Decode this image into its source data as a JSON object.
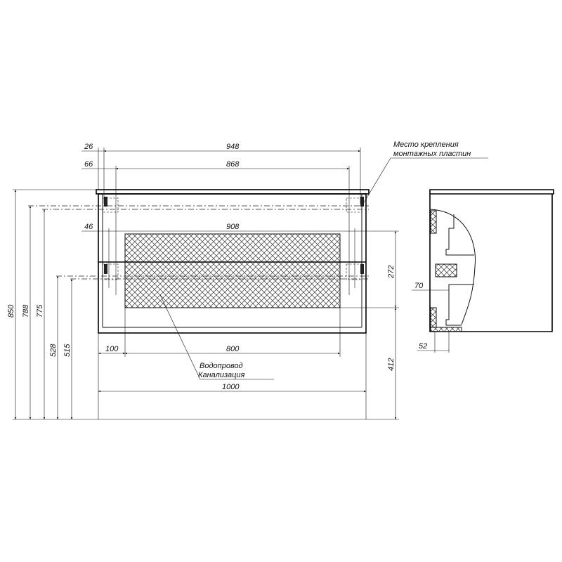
{
  "drawing": {
    "front_view": {
      "dimensions_horizontal": {
        "d26": "26",
        "d948": "948",
        "d66": "66",
        "d868": "868",
        "d46": "46",
        "d908": "908",
        "d100": "100",
        "d800": "800",
        "d1000": "1000"
      },
      "dimensions_vertical": {
        "d850": "850",
        "d788": "788",
        "d775": "775",
        "d528": "528",
        "d515": "515",
        "d272": "272",
        "d412": "412"
      },
      "callout_mount": [
        "Место крепления",
        "монтажных пластин"
      ],
      "callout_pipes": [
        "Водопровод",
        "Канализация"
      ]
    },
    "side_view": {
      "d70": "70",
      "d52": "52"
    }
  }
}
